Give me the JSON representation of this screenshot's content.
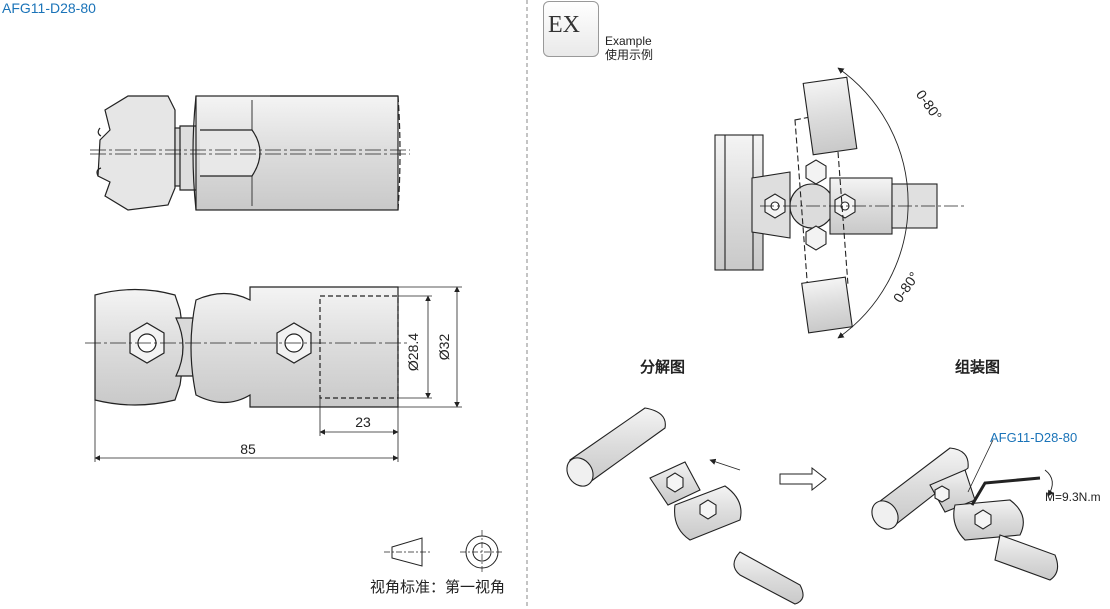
{
  "title": "AFG11-D28-80",
  "dimensions": {
    "inner_diameter": "Ø28.4",
    "outer_diameter": "Ø32",
    "insert_depth": "23",
    "total_length": "85"
  },
  "view_standard": "视角标准：第一视角",
  "example": {
    "badge": "EX",
    "label_en": "Example",
    "label_cn": "使用示例",
    "angle_top": "0-80°",
    "angle_bottom": "0-80°",
    "exploded_label": "分解图",
    "assembly_label": "组装图",
    "part_number": "AFG11-D28-80",
    "torque": "M=9.3N.m"
  },
  "colors": {
    "accent": "#1a73b8",
    "part_fill": "#e8e8e8",
    "line": "#222222"
  }
}
